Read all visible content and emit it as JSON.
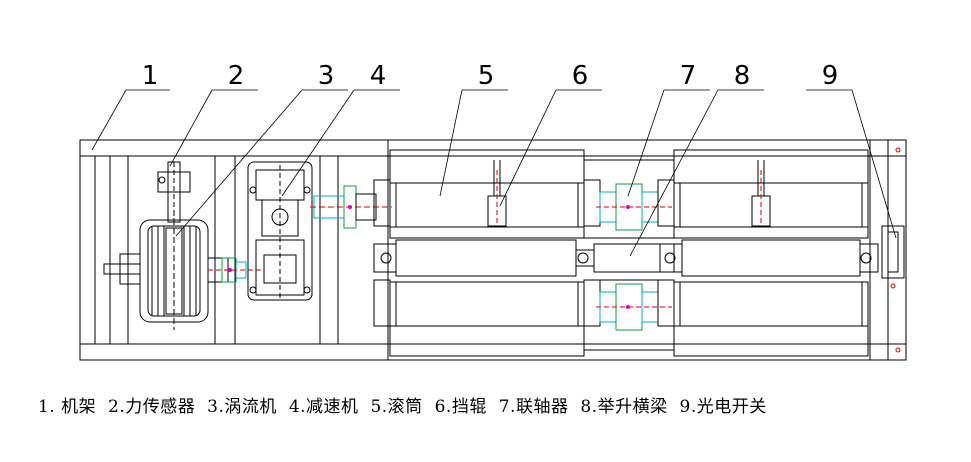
{
  "callouts": [
    "1",
    "2",
    "3",
    "4",
    "5",
    "6",
    "7",
    "8",
    "9"
  ],
  "legend": [
    "1. 机架",
    "2.力传感器",
    "3.涡流机",
    "4.减速机",
    "5.滚筒",
    "6.挡辊",
    "7.联轴器",
    "8.举升横梁",
    "9.光电开关"
  ],
  "colors": {
    "line": "#000000",
    "accent_red": "#d40000",
    "accent_green": "#00a040",
    "accent_cyan": "#00b0c8",
    "accent_magenta": "#e000c0"
  }
}
